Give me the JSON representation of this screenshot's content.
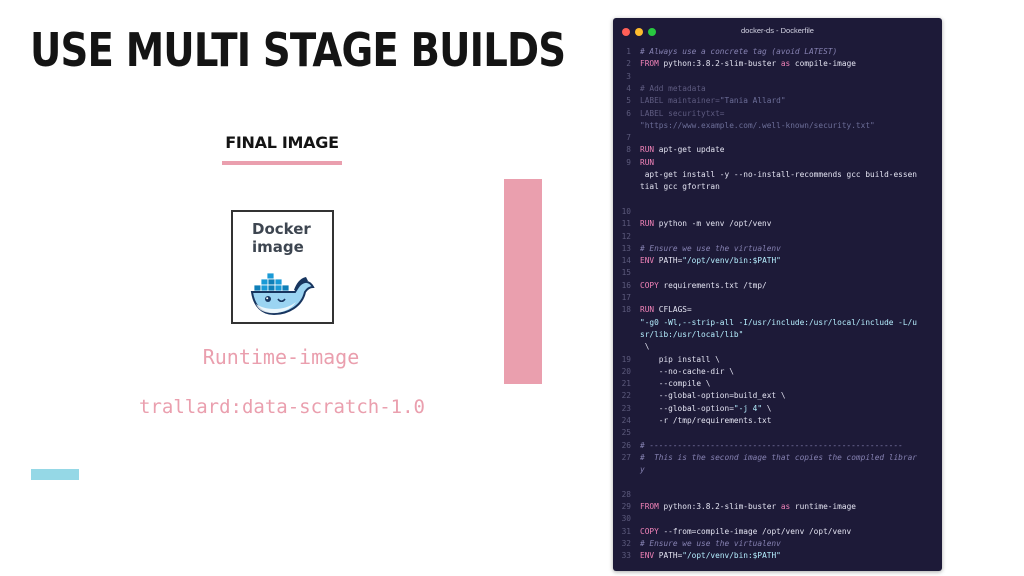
{
  "slide": {
    "title": "USE MULTI STAGE BUILDS",
    "final_image_label": "FINAL IMAGE",
    "docker_box_line1": "Docker",
    "docker_box_line2": "image",
    "runtime_label": "Runtime-image",
    "image_tag": "trallard:data-scratch-1.0",
    "colors": {
      "accent_pink": "#ea9fae",
      "accent_teal": "#95d8e6",
      "title": "#141414"
    }
  },
  "editor": {
    "window_title": "docker-ds - Dockerfile",
    "background": "#1d1a38",
    "lines": [
      {
        "ln": "1",
        "segs": [
          {
            "t": "# Always use a concrete tag (avoid LATEST)",
            "k": "cm"
          }
        ]
      },
      {
        "ln": "2",
        "segs": [
          {
            "t": "FROM",
            "k": "kw"
          },
          {
            "t": " python:3.8.2-slim-buster "
          },
          {
            "t": "as",
            "k": "kw"
          },
          {
            "t": " compile-image"
          }
        ]
      },
      {
        "ln": "3",
        "segs": []
      },
      {
        "ln": "4",
        "segs": [
          {
            "t": "# Add metadata",
            "k": "dim"
          }
        ]
      },
      {
        "ln": "5",
        "segs": [
          {
            "t": "LABEL maintainer=",
            "k": "dim"
          },
          {
            "t": "\"Tania Allard\"",
            "k": "dimstr"
          }
        ]
      },
      {
        "ln": "6",
        "segs": [
          {
            "t": "LABEL securitytxt=",
            "k": "dim"
          }
        ]
      },
      {
        "ln": "",
        "segs": [
          {
            "t": "\"https://www.example.com/.well-known/security.txt\"",
            "k": "dimstr"
          }
        ]
      },
      {
        "ln": "7",
        "segs": []
      },
      {
        "ln": "8",
        "segs": [
          {
            "t": "RUN",
            "k": "kw"
          },
          {
            "t": " apt-get update"
          }
        ]
      },
      {
        "ln": "9",
        "segs": [
          {
            "t": "RUN",
            "k": "kw"
          }
        ]
      },
      {
        "ln": "",
        "segs": [
          {
            "t": " apt-get install -y --no-install-recommends gcc build-essen"
          }
        ]
      },
      {
        "ln": "",
        "segs": [
          {
            "t": "tial gcc gfortran"
          }
        ]
      },
      {
        "ln": "",
        "segs": []
      },
      {
        "ln": "10",
        "segs": []
      },
      {
        "ln": "11",
        "segs": [
          {
            "t": "RUN",
            "k": "kw"
          },
          {
            "t": " python -m venv /opt/venv"
          }
        ]
      },
      {
        "ln": "12",
        "segs": []
      },
      {
        "ln": "13",
        "segs": [
          {
            "t": "# Ensure we use the virtualenv",
            "k": "cm"
          }
        ]
      },
      {
        "ln": "14",
        "segs": [
          {
            "t": "ENV",
            "k": "kw"
          },
          {
            "t": " PATH="
          },
          {
            "t": "\"/opt/venv/bin:$PATH\"",
            "k": "str"
          }
        ]
      },
      {
        "ln": "15",
        "segs": []
      },
      {
        "ln": "16",
        "segs": [
          {
            "t": "COPY",
            "k": "kw"
          },
          {
            "t": " requirements.txt /tmp/"
          }
        ]
      },
      {
        "ln": "17",
        "segs": []
      },
      {
        "ln": "18",
        "segs": [
          {
            "t": "RUN",
            "k": "kw"
          },
          {
            "t": " CFLAGS="
          }
        ]
      },
      {
        "ln": "",
        "segs": [
          {
            "t": "\"-g0 -Wl,--strip-all -I/usr/include:/usr/local/include -L/u",
            "k": "str"
          }
        ]
      },
      {
        "ln": "",
        "segs": [
          {
            "t": "sr/lib:/usr/local/lib\"",
            "k": "str"
          }
        ]
      },
      {
        "ln": "",
        "segs": [
          {
            "t": " \\"
          }
        ]
      },
      {
        "ln": "19",
        "segs": [
          {
            "t": "    pip install \\"
          }
        ]
      },
      {
        "ln": "20",
        "segs": [
          {
            "t": "    --no-cache-dir \\"
          }
        ]
      },
      {
        "ln": "21",
        "segs": [
          {
            "t": "    --compile \\"
          }
        ]
      },
      {
        "ln": "22",
        "segs": [
          {
            "t": "    --global-option=build_ext \\"
          }
        ]
      },
      {
        "ln": "23",
        "segs": [
          {
            "t": "    --global-option="
          },
          {
            "t": "\"-j 4\"",
            "k": "str"
          },
          {
            "t": " \\"
          }
        ]
      },
      {
        "ln": "24",
        "segs": [
          {
            "t": "    -r /tmp/requirements.txt"
          }
        ]
      },
      {
        "ln": "25",
        "segs": []
      },
      {
        "ln": "26",
        "segs": [
          {
            "t": "# ------------------------------------------------------",
            "k": "cm"
          }
        ]
      },
      {
        "ln": "27",
        "segs": [
          {
            "t": "#  This is the second image that copies the compiled librar",
            "k": "cm"
          }
        ]
      },
      {
        "ln": "",
        "segs": [
          {
            "t": "y",
            "k": "cm"
          }
        ]
      },
      {
        "ln": "",
        "segs": []
      },
      {
        "ln": "28",
        "segs": []
      },
      {
        "ln": "29",
        "segs": [
          {
            "t": "FROM",
            "k": "kw"
          },
          {
            "t": " python:3.8.2-slim-buster "
          },
          {
            "t": "as",
            "k": "kw"
          },
          {
            "t": " runtime-image"
          }
        ]
      },
      {
        "ln": "30",
        "segs": []
      },
      {
        "ln": "31",
        "segs": [
          {
            "t": "COPY",
            "k": "kw"
          },
          {
            "t": " --from=compile-image /opt/venv /opt/venv"
          }
        ]
      },
      {
        "ln": "32",
        "segs": [
          {
            "t": "# Ensure we use the virtualenv",
            "k": "cm"
          }
        ]
      },
      {
        "ln": "33",
        "segs": [
          {
            "t": "ENV",
            "k": "kw"
          },
          {
            "t": " PATH="
          },
          {
            "t": "\"/opt/venv/bin:$PATH\"",
            "k": "str"
          }
        ]
      }
    ]
  }
}
